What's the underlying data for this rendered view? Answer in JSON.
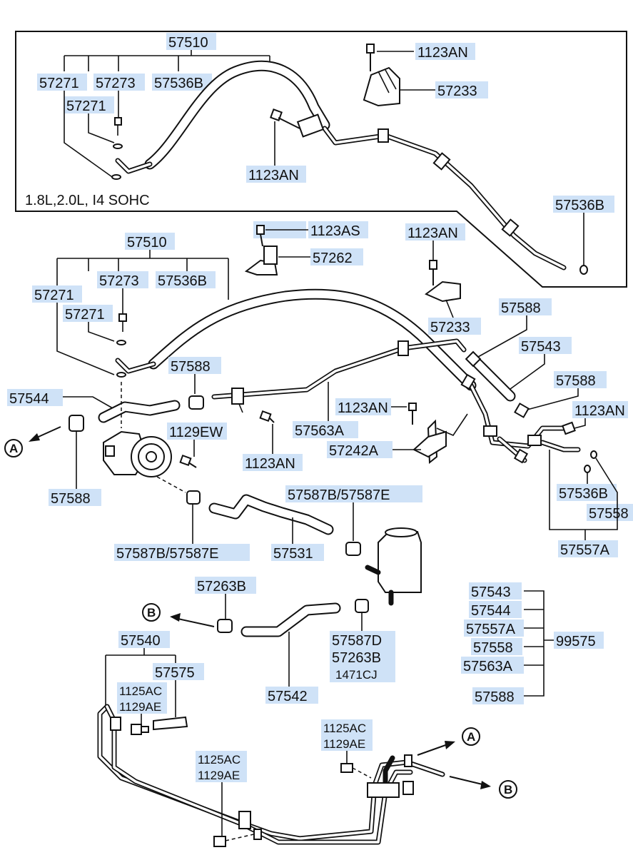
{
  "engine_note": "1.8L,2.0L, I4 SOHC",
  "labels": {
    "l57510_top": "57510",
    "l57271_a_top": "57271",
    "l57273_top": "57273",
    "l57536B_top": "57536B",
    "l57271_b_top": "57271",
    "l1123AN_top_a": "1123AN",
    "l57233_top": "57233",
    "l1123AN_top_b": "1123AN",
    "l57536B_right_top": "57536B",
    "l1123AS": "1123AS",
    "l57262": "57262",
    "l1123AN_mid_a": "1123AN",
    "l57510_mid": "57510",
    "l57271_a_mid": "57271",
    "l57273_mid": "57273",
    "l57536B_mid": "57536B",
    "l57271_b_mid": "57271",
    "l57233_mid": "57233",
    "l57588_a": "57588",
    "l57543_mid": "57543",
    "l57588_b": "57588",
    "l57544_mid": "57544",
    "l57588_c": "57588",
    "l1123AN_mid_b": "1123AN",
    "l1123AN_mid_c": "1123AN",
    "l57563A_mid": "57563A",
    "l57242A": "57242A",
    "l1129EW": "1129EW",
    "l1123AN_mid_d": "1123AN",
    "l57588_d": "57588",
    "l57536B_mid_r": "57536B",
    "l57558_mid": "57558",
    "l57557A_mid": "57557A",
    "l57587BE_a": "57587B/57587E",
    "l57587BE_b": "57587B/57587E",
    "l57531": "57531",
    "l57263B_a": "57263B",
    "l57543_list": "57543",
    "l57544_list": "57544",
    "l57557A_list": "57557A",
    "l57558_list": "57558",
    "l57563A_list": "57563A",
    "l57588_list": "57588",
    "l99575": "99575",
    "l57540": "57540",
    "l57575": "57575",
    "l1125AC_a": "1125AC",
    "l1129AE_a": "1129AE",
    "l57587D": "57587D",
    "l57263B_b": "57263B",
    "l1471CJ": "1471CJ",
    "l57542": "57542",
    "l1125AC_b": "1125AC",
    "l1129AE_b": "1129AE",
    "l1125AC_c": "1125AC",
    "l1129AE_c": "1129AE"
  },
  "callouts": {
    "a_left": "A",
    "b_left": "B",
    "a_right": "A",
    "b_right": "B"
  }
}
